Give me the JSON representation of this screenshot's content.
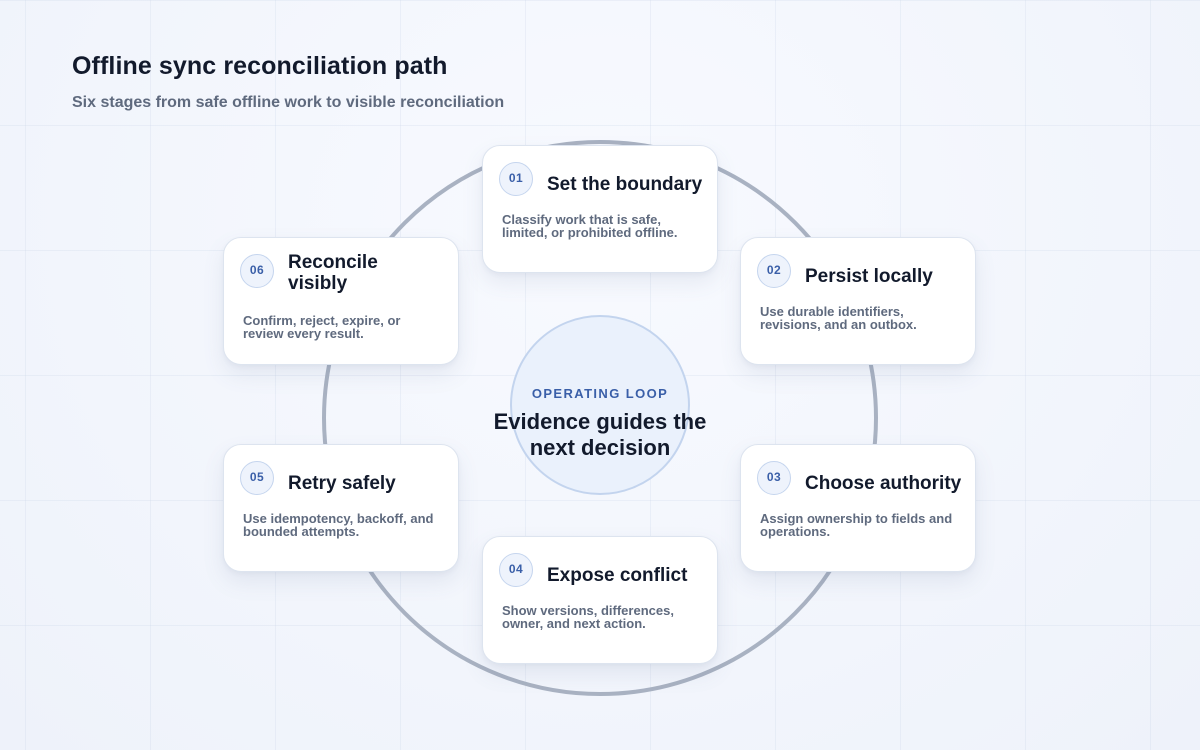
{
  "header": {
    "title": "Offline sync reconciliation path",
    "subtitle": "Six stages from safe offline work to visible reconciliation"
  },
  "hub": {
    "eyebrow": "OPERATING LOOP",
    "text": "Evidence guides the next decision"
  },
  "stages": [
    {
      "number": "01",
      "title": "Set the boundary",
      "description": "Classify work that is safe, limited, or prohibited offline."
    },
    {
      "number": "02",
      "title": "Persist locally",
      "description": "Use durable identifiers, revisions, and an outbox."
    },
    {
      "number": "03",
      "title": "Choose authority",
      "description": "Assign ownership to fields and operations."
    },
    {
      "number": "04",
      "title": "Expose conflict",
      "description": "Show versions, differences, owner, and next action."
    },
    {
      "number": "05",
      "title": "Retry safely",
      "description": "Use idempotency, backoff, and bounded attempts."
    },
    {
      "number": "06",
      "title": "Reconcile visibly",
      "description": "Confirm, reject, expire, or review every result."
    }
  ],
  "colors": {
    "accent": "#3a5fa8",
    "ring": "#a9b2c2",
    "hub_fill": "#eaf1fc"
  }
}
